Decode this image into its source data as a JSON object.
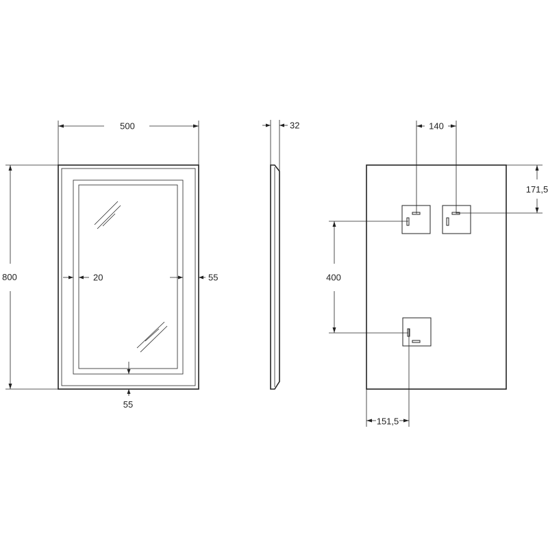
{
  "front_view": {
    "width_label": "500",
    "height_label": "800",
    "inner_gap_label": "20",
    "side_frame_label": "55",
    "bottom_frame_label": "55"
  },
  "side_view": {
    "depth_label": "32"
  },
  "back_view": {
    "bracket_spacing_label": "140",
    "top_offset_label": "171,5",
    "vertical_spacing_label": "400",
    "left_offset_label": "151,5"
  }
}
